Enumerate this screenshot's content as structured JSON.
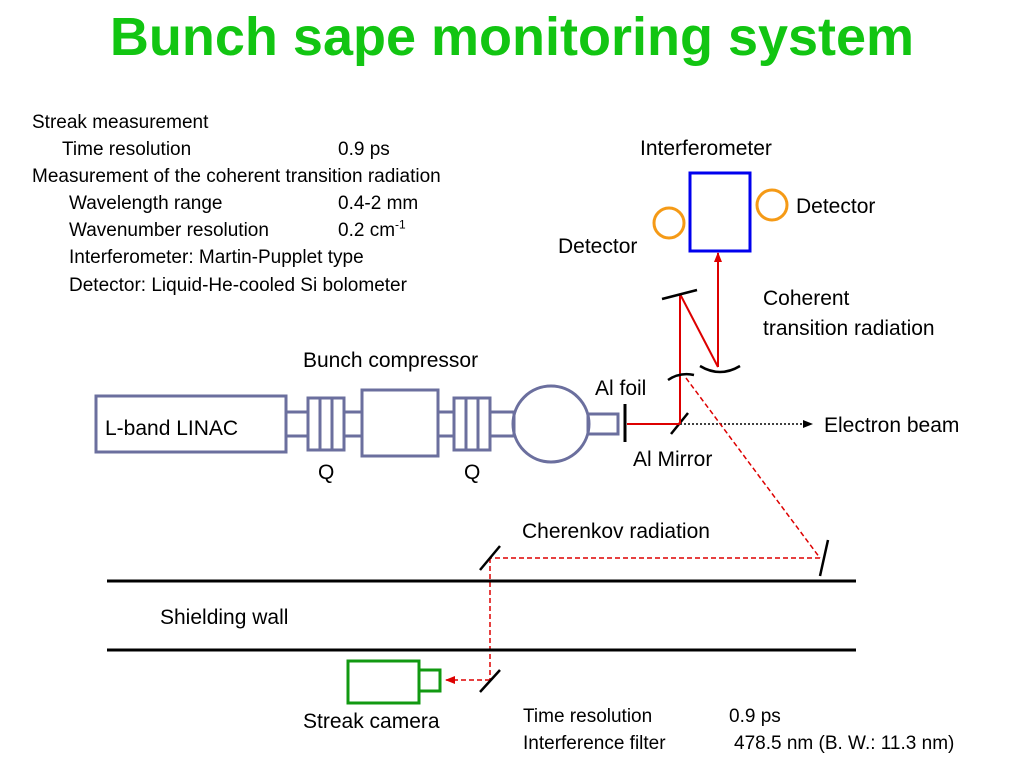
{
  "title": "Bunch sape monitoring system",
  "specs": {
    "streak_heading": "Streak measurement",
    "time_res_label": "Time resolution",
    "time_res_value": "0.9 ps",
    "ctr_heading": "Measurement of the coherent transition radiation",
    "wavelength_label": "Wavelength range",
    "wavelength_value": "0.4-2 mm",
    "wavenumber_label": "Wavenumber resolution",
    "wavenumber_value": "0.2 cm",
    "wavenumber_exp": "-1",
    "interferometer_line": "Interferometer: Martin-Pupplet type",
    "detector_line": "Detector: Liquid-He-cooled Si bolometer"
  },
  "labels": {
    "interferometer": "Interferometer",
    "detector_left": "Detector",
    "detector_right": "Detector",
    "coherent_1": "Coherent",
    "coherent_2": "transition radiation",
    "bunch_compressor": "Bunch compressor",
    "al_foil": "Al foil",
    "linac": "L-band LINAC",
    "electron_beam": "Electron beam",
    "al_mirror": "Al Mirror",
    "q1": "Q",
    "q2": "Q",
    "cherenkov": "Cherenkov radiation",
    "shielding_wall": "Shielding wall",
    "streak_camera": "Streak camera"
  },
  "camera_specs": {
    "time_res_label": "Time resolution",
    "time_res_value": "0.9 ps",
    "filter_label": "Interference filter",
    "filter_value": "478.5 nm (B. W.: 11.3 nm)"
  },
  "colors": {
    "title": "#12c512",
    "beamline": "#6b6f9e",
    "interferometer_box": "#0000ee",
    "detector_ring": "#f59a16",
    "radiation": "#dd0000",
    "camera": "#119911"
  }
}
